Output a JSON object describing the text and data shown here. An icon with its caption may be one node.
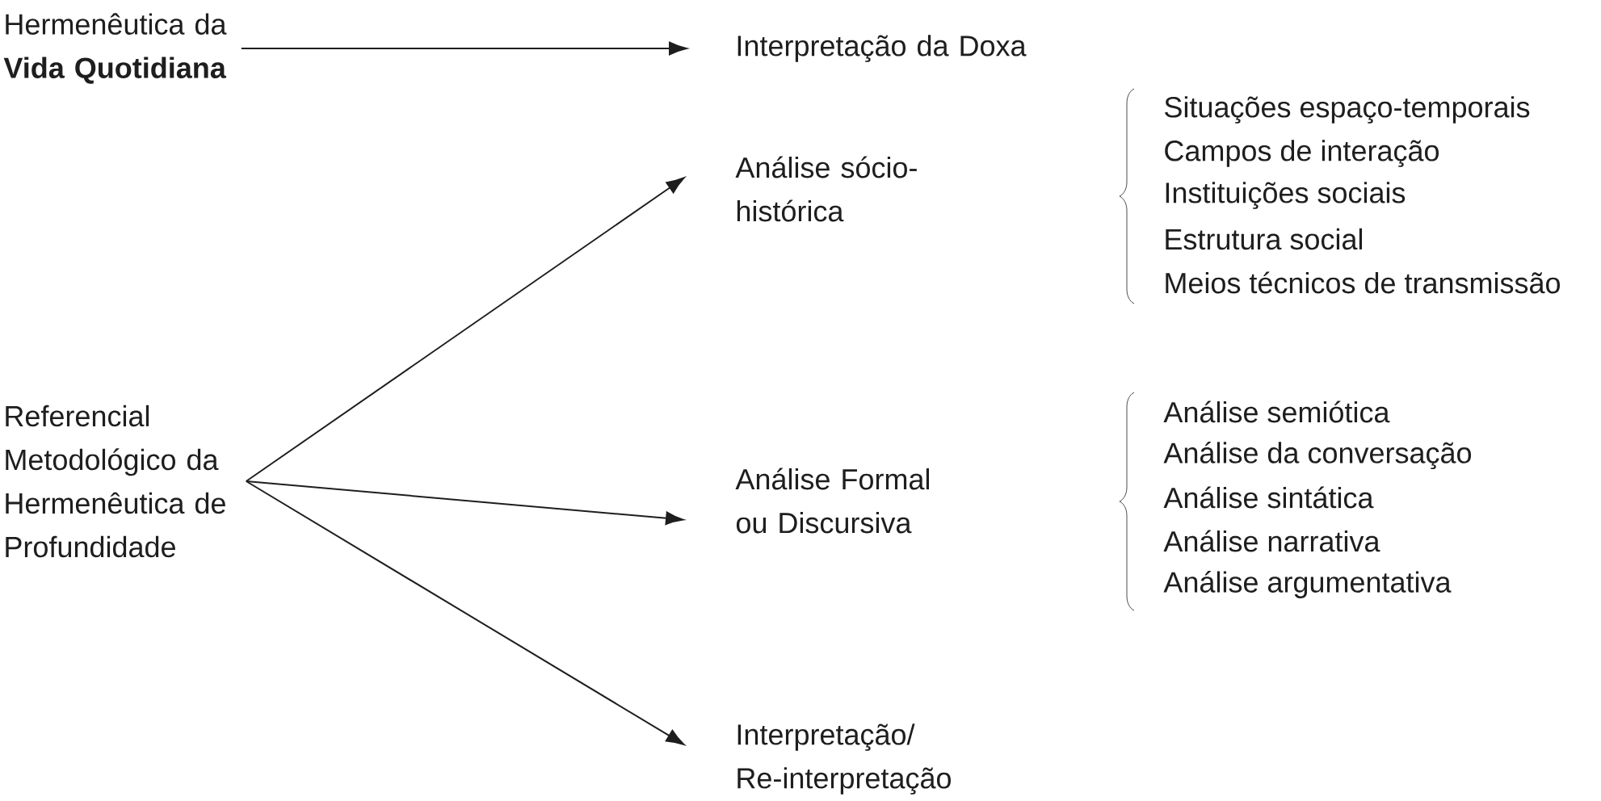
{
  "diagram": {
    "nodes": [
      {
        "text": [
          "Hermenêutica da **Vida Quotidiana**"
        ]
      },
      {
        "text": [
          "Interpretação da Doxa"
        ]
      },
      {
        "text": [
          "Referencial Metodológico da Hermenêutica de Profundidade"
        ]
      },
      {
        "text": [
          "Análise sócio-histórica"
        ]
      },
      {
        "text": [
          "Análise Formal ou Discursiva"
        ]
      },
      {
        "text": [
          "Interpretação/ Re-interpretação"
        ]
      }
    ],
    "edges": [
      {
        "from": 0,
        "to": 1,
        "arrow": "to"
      },
      {
        "from": 2,
        "to": 3,
        "arrow": "to"
      },
      {
        "from": 2,
        "to": 4,
        "arrow": "to"
      },
      {
        "from": 2,
        "to": 5,
        "arrow": "to"
      }
    ],
    "labels": [
      "Situações espaço-temporais",
      "Campos de interação",
      "Instituições sociais",
      "Estrutura social",
      "Meios técnicos de transmissão",
      "Análise semiótica",
      "Análise da conversação",
      "Análise sintática",
      "Análise narrativa",
      "Análise argumentativa"
    ]
  }
}
